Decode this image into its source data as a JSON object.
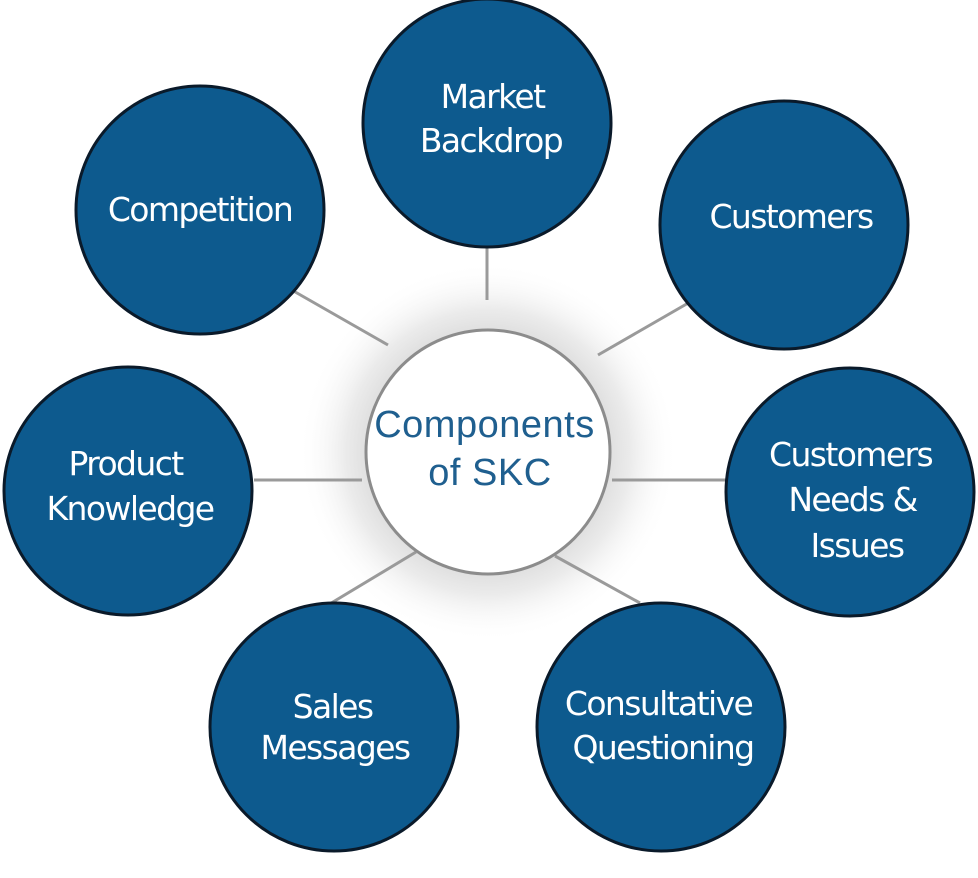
{
  "center": {
    "lines": [
      "Components",
      "of SKC"
    ]
  },
  "nodes": [
    {
      "id": "market-backdrop",
      "lines": [
        "Market",
        "Backdrop"
      ]
    },
    {
      "id": "customers",
      "lines": [
        "Customers"
      ]
    },
    {
      "id": "customers-needs-issues",
      "lines": [
        "Customers",
        "Needs &",
        "Issues"
      ]
    },
    {
      "id": "consultative-questioning",
      "lines": [
        "Consultative",
        "Questioning"
      ]
    },
    {
      "id": "sales-messages",
      "lines": [
        "Sales",
        "Messages"
      ]
    },
    {
      "id": "product-knowledge",
      "lines": [
        "Product",
        "Knowledge"
      ]
    },
    {
      "id": "competition",
      "lines": [
        "Competition"
      ]
    }
  ],
  "colors": {
    "node_fill": "#0d5a8e",
    "node_stroke": "#0a1a2a",
    "connector": "#9a9a9a",
    "center_fill": "#ffffff",
    "center_stroke": "#8c8c8c",
    "center_text": "#1f5f8f"
  }
}
